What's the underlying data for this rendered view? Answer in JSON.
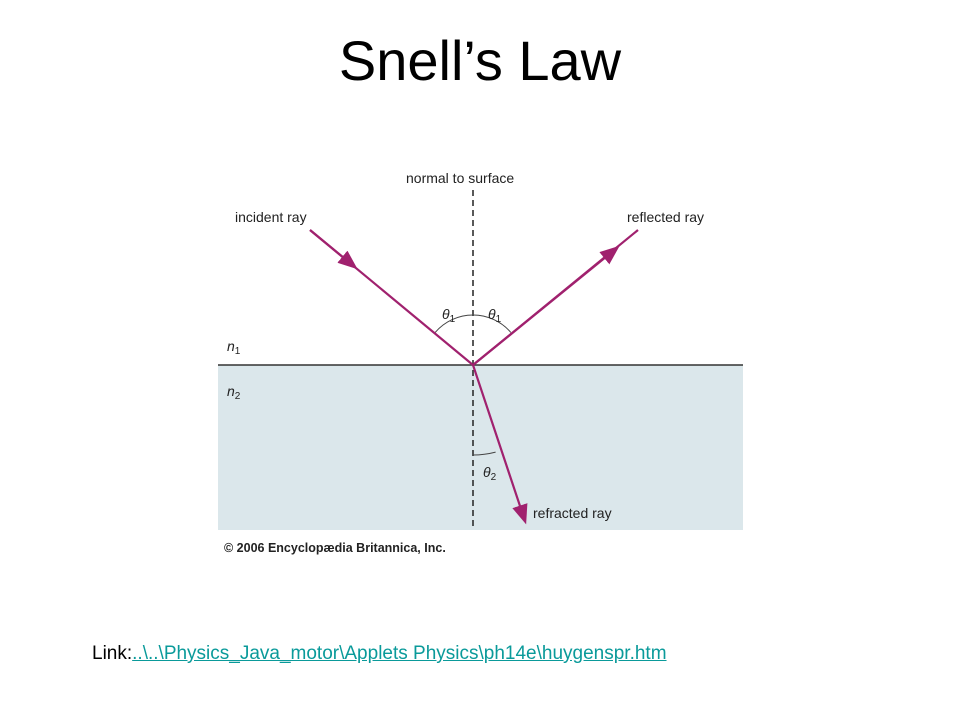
{
  "slide": {
    "title": "Snell’s Law"
  },
  "diagram": {
    "labels": {
      "normal": "normal to surface",
      "incident": "incident ray",
      "reflected": "reflected ray",
      "refracted": "refracted ray",
      "n1": "n",
      "n1_sub": "1",
      "n2": "n",
      "n2_sub": "2",
      "theta": "θ",
      "theta1_sub": "1",
      "theta2_sub": "2"
    },
    "copyright": "© 2006 Encyclopædia Britannica, Inc.",
    "colors": {
      "ray": "#a0216e",
      "lower_medium": "#dbe7eb",
      "surface": "#333333"
    }
  },
  "footer": {
    "link_prefix": "Link:",
    "link_text": "..\\..\\Physics_Java_motor\\Applets Physics\\ph14e\\huygenspr.htm"
  }
}
